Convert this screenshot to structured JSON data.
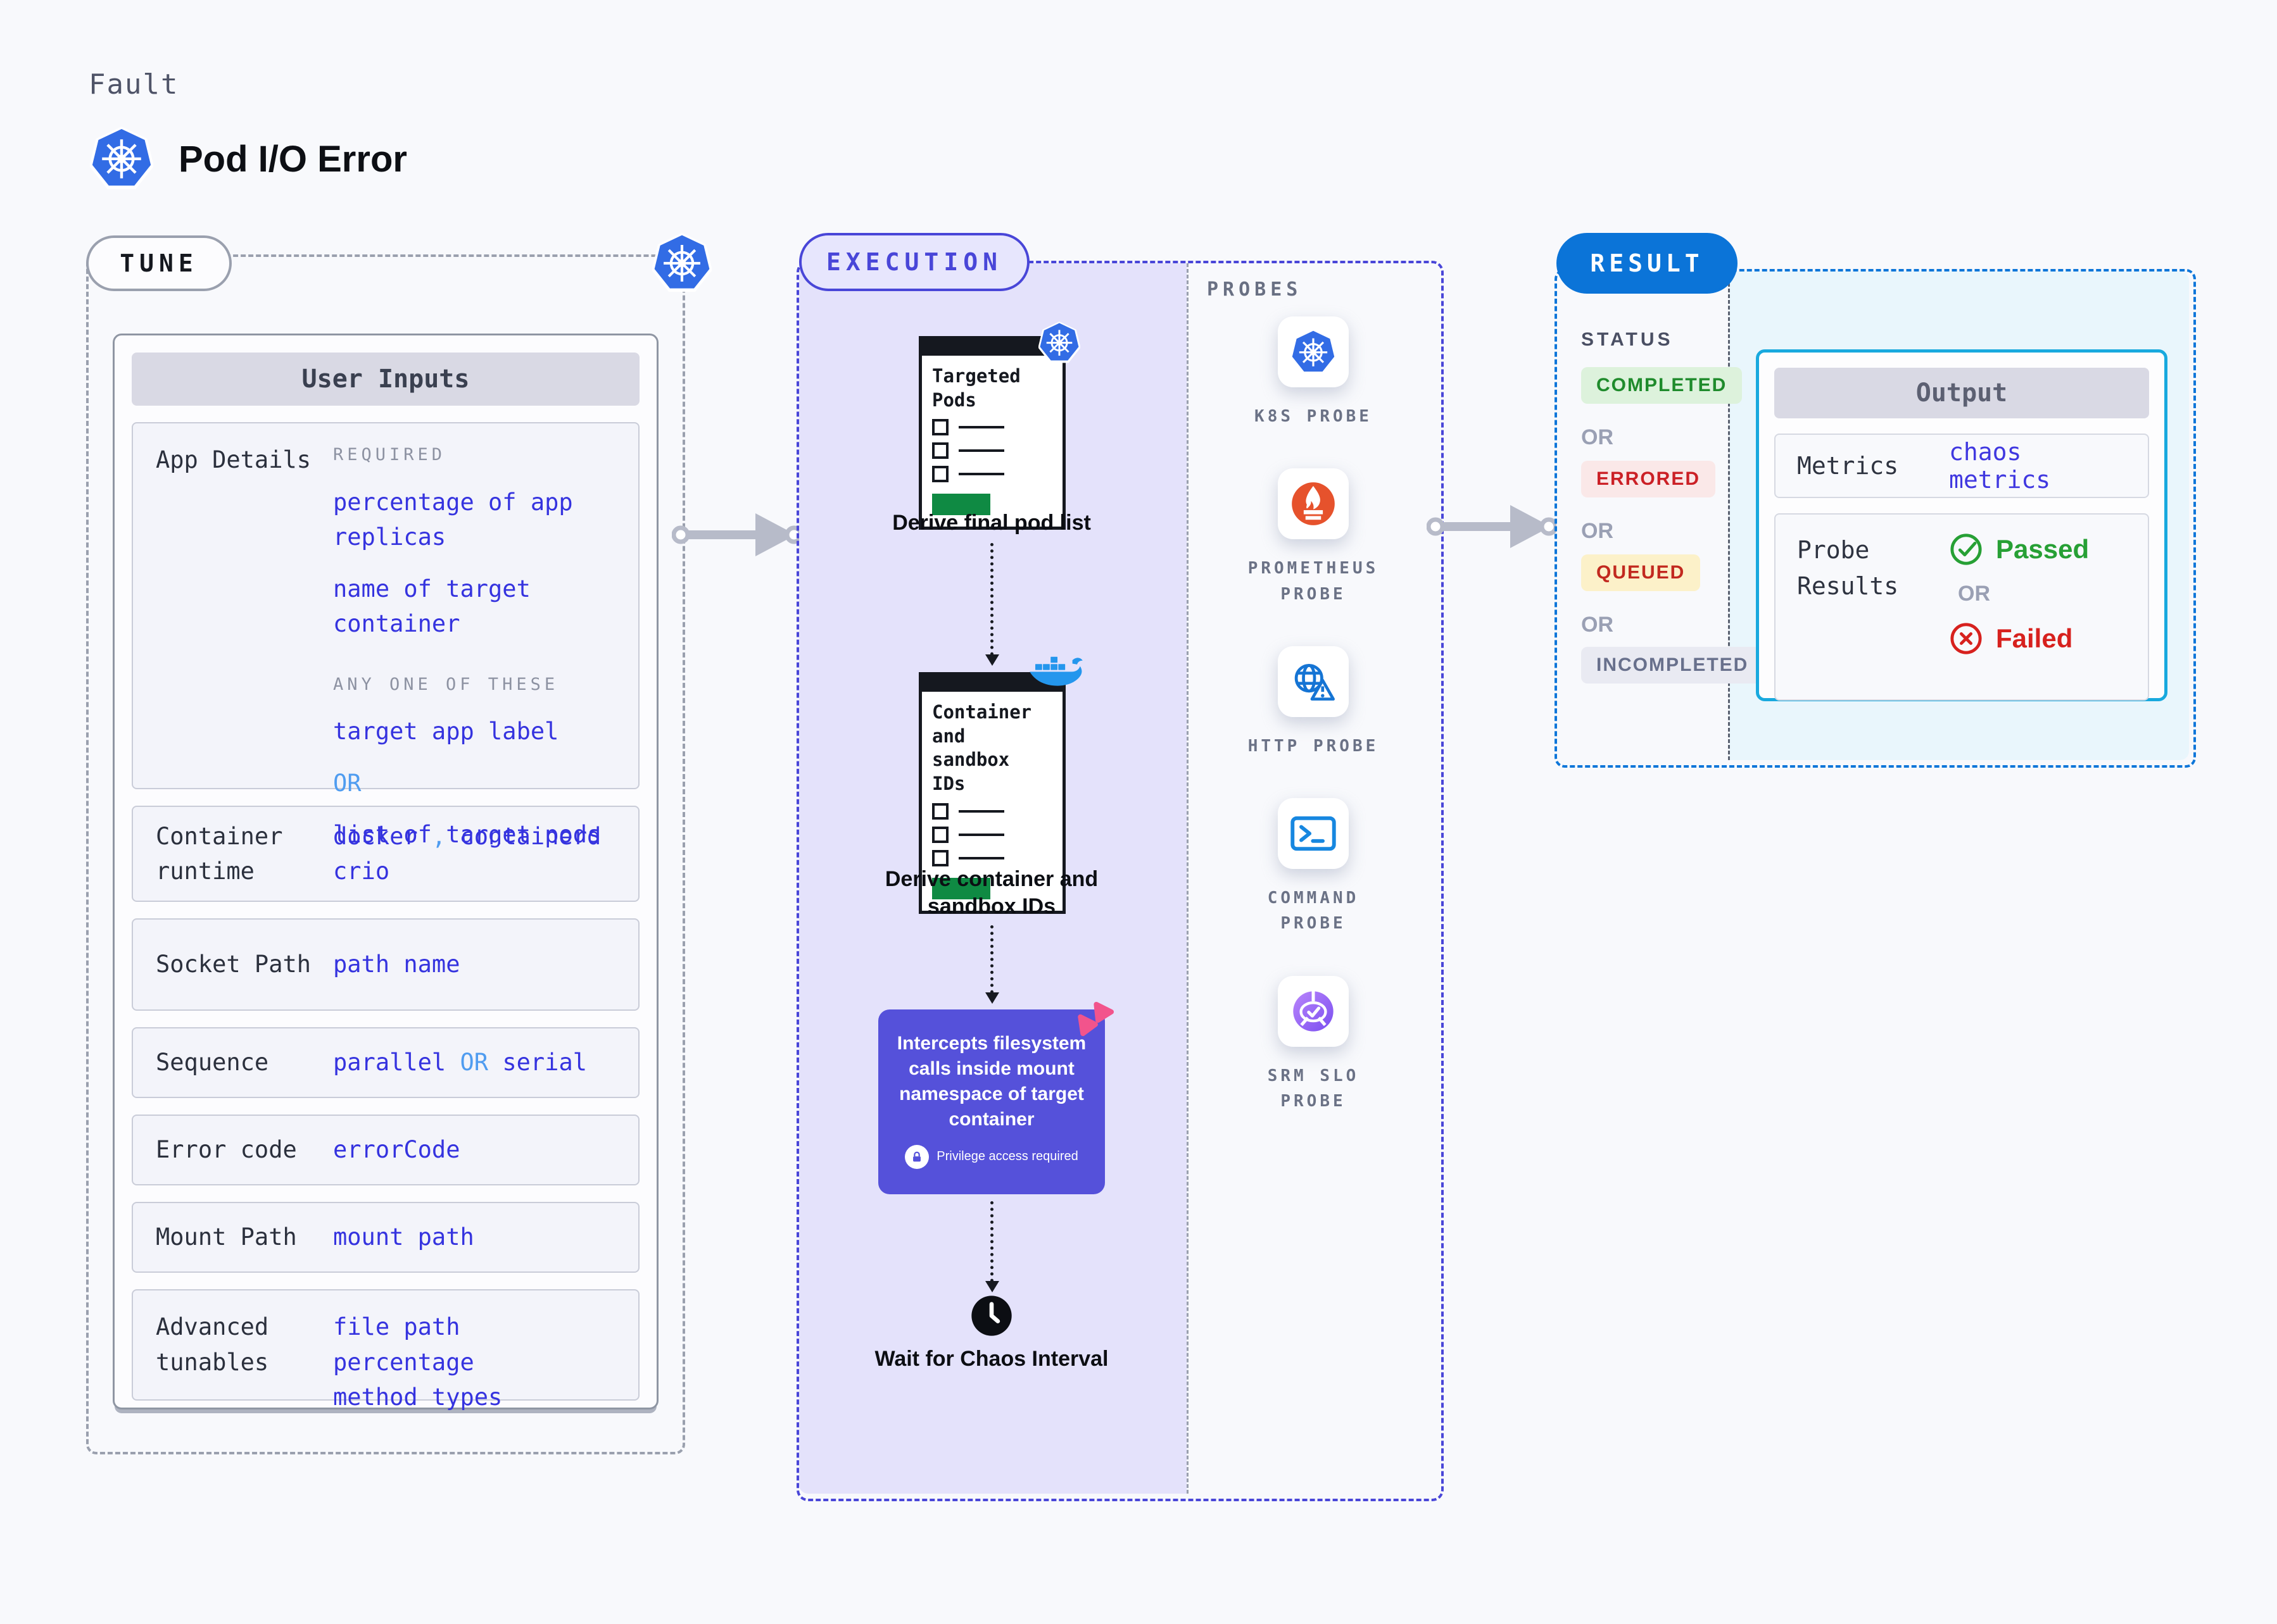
{
  "header": {
    "kicker": "Fault",
    "title": "Pod I/O Error"
  },
  "tune": {
    "pill": "TUNE",
    "card_title": "User Inputs",
    "app_details": {
      "label": "App Details",
      "required_tag": "REQUIRED",
      "required_1": "percentage of app replicas",
      "required_2": "name of target container",
      "any_tag": "ANY ONE OF THESE",
      "any_option_1": "target app label",
      "any_or": "OR",
      "any_option_2": "list of target pods"
    },
    "container_runtime": {
      "label": "Container runtime",
      "value_1": "docker",
      "separator": ",",
      "value_2": "containerd",
      "value_3": "crio"
    },
    "socket_path": {
      "label": "Socket Path",
      "value": "path name"
    },
    "sequence": {
      "label": "Sequence",
      "value_1": "parallel",
      "or": "OR",
      "value_2": "serial"
    },
    "error_code": {
      "label": "Error code",
      "value": "errorCode"
    },
    "mount_path": {
      "label": "Mount Path",
      "value": "mount path"
    },
    "advanced_tunables": {
      "label": "Advanced tunables",
      "value_1": "file path",
      "value_2": "percentage",
      "value_3": "method types"
    }
  },
  "execution": {
    "pill": "EXECUTION",
    "card1_title": "Targeted Pods",
    "caption1": "Derive final pod list",
    "card2_title": "Container and sandbox IDs",
    "caption2": "Derive container and sandbox IDs",
    "purple_step_text": "Intercepts filesystem calls inside mount namespace of target container",
    "privilege_note": "Privilege access required",
    "caption3": "Wait for Chaos Interval"
  },
  "probes": {
    "heading": "PROBES",
    "items": [
      {
        "icon": "kubernetes-icon",
        "label": "K8S PROBE"
      },
      {
        "icon": "prometheus-icon",
        "label": "PROMETHEUS PROBE"
      },
      {
        "icon": "http-globe-warning-icon",
        "label": "HTTP PROBE"
      },
      {
        "icon": "terminal-icon",
        "label": "COMMAND PROBE"
      },
      {
        "icon": "srm-slo-icon",
        "label": "SRM SLO PROBE"
      }
    ]
  },
  "result": {
    "pill": "RESULT",
    "status": {
      "heading": "STATUS",
      "completed": "COMPLETED",
      "or_1": "OR",
      "errored": "ERRORED",
      "or_2": "OR",
      "queued": "QUEUED",
      "or_3": "OR",
      "incompleted": "INCOMPLETED"
    },
    "output": {
      "title": "Output",
      "metrics_label": "Metrics",
      "metrics_value": "chaos metrics",
      "probe_results_label": "Probe Results",
      "passed": "Passed",
      "or": "OR",
      "failed": "Failed"
    }
  },
  "colors": {
    "accent_indigo": "#4946d8",
    "lavender_panel": "#e4e2fb",
    "value_blue": "#3533df",
    "value_light_blue": "#4f9cf0",
    "result_blue": "#0b74d8",
    "result_panel": "#e9f6fc",
    "output_border": "#18a9de",
    "purple_step": "#5551da",
    "pink_badge": "#f2548c",
    "completed_green": "#1f8b2c",
    "errored_red": "#cb2026",
    "queued_bg": "#fcf1c9",
    "queued_text": "#c2291f",
    "incompleted_gray": "#68708c",
    "passed_green": "#27a035",
    "failed_red": "#d7211e",
    "kubernetes_blue": "#326ce5",
    "docker_blue": "#2496ed",
    "prometheus_orange": "#e6522c",
    "srm_purple": "#8a5cf5",
    "mini_card_green": "#0f8a43",
    "arrow_gray": "#b7bbc9"
  }
}
